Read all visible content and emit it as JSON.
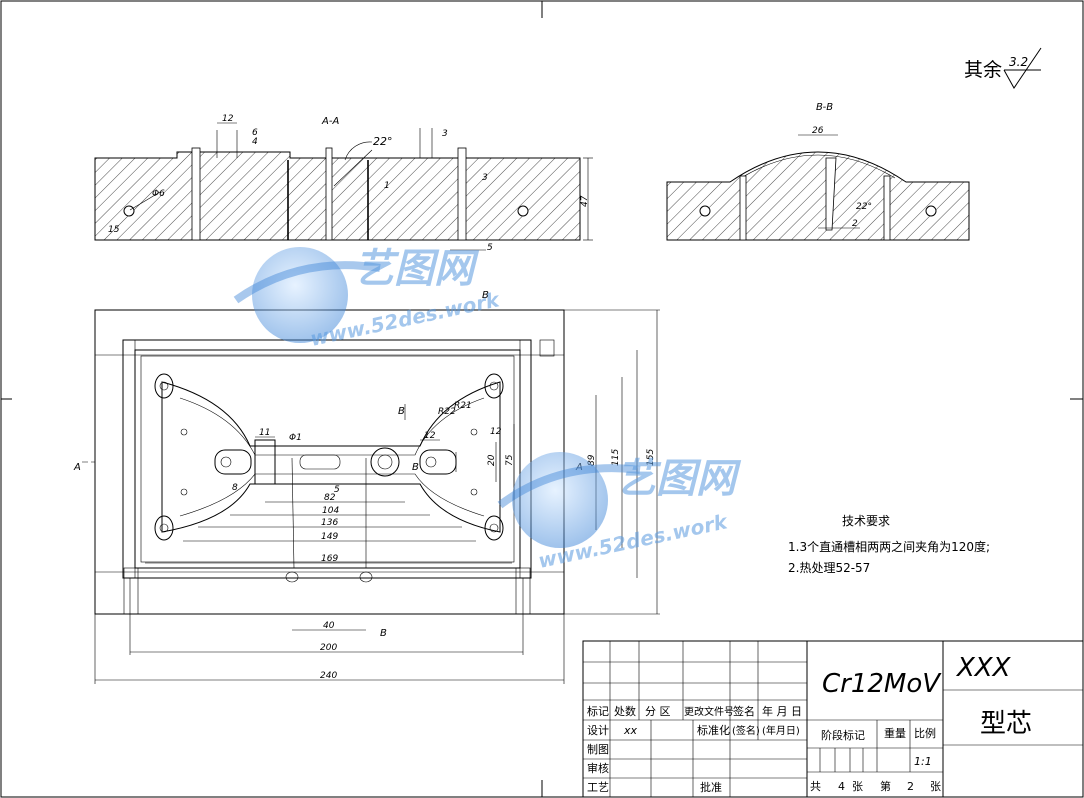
{
  "roughness_note": {
    "label": "其余",
    "value": "3.2"
  },
  "sections": {
    "aa": "A-A",
    "bb": "B-B",
    "a_mark": "A",
    "b_mark": "B"
  },
  "dims": {
    "aa_12": "12",
    "aa_6": "6",
    "aa_4": "4",
    "aa_phi6": "Φ6",
    "aa_15": "15",
    "aa_22deg": "22°",
    "aa_3a": "3",
    "aa_1": "1",
    "aa_3b": "3",
    "aa_5": "5",
    "aa_47": "47",
    "bb_26": "26",
    "bb_22deg": "22°",
    "bb_2": "2",
    "pv_11": "11",
    "pv_phi1": "Φ1",
    "pv_12": "12",
    "pv_8": "8",
    "pv_82": "82",
    "pv_104": "104",
    "pv_136": "136",
    "pv_149": "149",
    "pv_169": "169",
    "pv_40": "40",
    "pv_200": "200",
    "pv_240": "240",
    "pv_5": "5",
    "pv_20": "20",
    "pv_75": "75",
    "pv_89": "89",
    "pv_115": "115",
    "pv_155": "155",
    "pv_r21": "R21",
    "pv_r22": "R22",
    "pv_12b": "12"
  },
  "tech_req": {
    "title": "技术要求",
    "items": [
      "1.3个直通槽相两两之间夹角为120度;",
      "2.热处理52-57"
    ]
  },
  "title_block": {
    "material": "Cr12MoV",
    "code": "XXX",
    "name": "型芯",
    "headers": [
      "标记",
      "处数",
      "分 区",
      "更改文件号",
      "签名",
      "年 月 日"
    ],
    "rows": [
      {
        "label": "设计",
        "value": "xx",
        "std_label": "标准化",
        "sign": "(签名)",
        "date": "(年月日)"
      },
      {
        "label": "制图"
      },
      {
        "label": "审核"
      },
      {
        "label": "工艺",
        "approve": "批准"
      }
    ],
    "stage_label": "阶段标记",
    "weight_label": "重量",
    "scale_label": "比例",
    "scale_value": "1:1",
    "sheets": {
      "total_label": "共",
      "total": "4",
      "unit1": "张",
      "index_label": "第",
      "index": "2",
      "unit2": "张"
    }
  },
  "watermark": {
    "brand": "艺图网",
    "site": "www.52des.work"
  }
}
